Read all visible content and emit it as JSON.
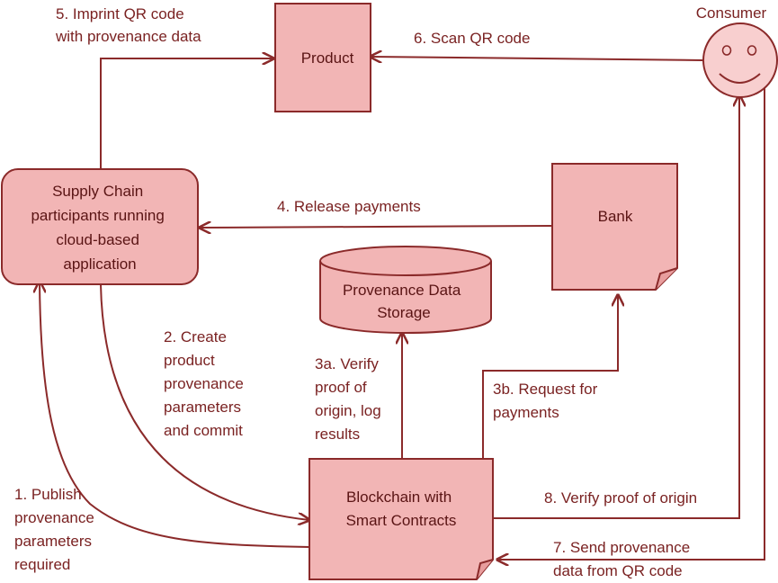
{
  "nodes": {
    "product": {
      "lines": [
        "Product"
      ]
    },
    "consumer": {
      "lines": [
        "Consumer"
      ]
    },
    "supply_chain": {
      "lines": [
        "Supply Chain",
        "participants running",
        "cloud-based",
        "application"
      ]
    },
    "bank": {
      "lines": [
        "Bank"
      ]
    },
    "storage": {
      "lines": [
        "Provenance Data",
        "Storage"
      ]
    },
    "blockchain": {
      "lines": [
        "Blockchain with",
        "Smart Contracts"
      ]
    }
  },
  "edges": {
    "e5": {
      "lines": [
        "5. Imprint QR code",
        "with provenance data"
      ]
    },
    "e6": {
      "lines": [
        "6. Scan QR code"
      ]
    },
    "e4": {
      "lines": [
        "4. Release payments"
      ]
    },
    "e2": {
      "lines": [
        "2. Create",
        "product",
        "provenance",
        "parameters",
        "and commit"
      ]
    },
    "e3a": {
      "lines": [
        "3a. Verify",
        "proof of",
        "origin, log",
        "results"
      ]
    },
    "e3b": {
      "lines": [
        "3b. Request for",
        "payments"
      ]
    },
    "e1": {
      "lines": [
        "1. Publish",
        "provenance",
        "parameters",
        "required"
      ]
    },
    "e8": {
      "lines": [
        "8. Verify proof of origin"
      ]
    },
    "e7": {
      "lines": [
        "7. Send provenance",
        "data from  QR code"
      ]
    }
  },
  "colors": {
    "fill": "#f2b5b5",
    "stroke": "#8b2a2a",
    "text": "#5a1414",
    "label": "#7a2222",
    "face": "#f8cfcf"
  }
}
